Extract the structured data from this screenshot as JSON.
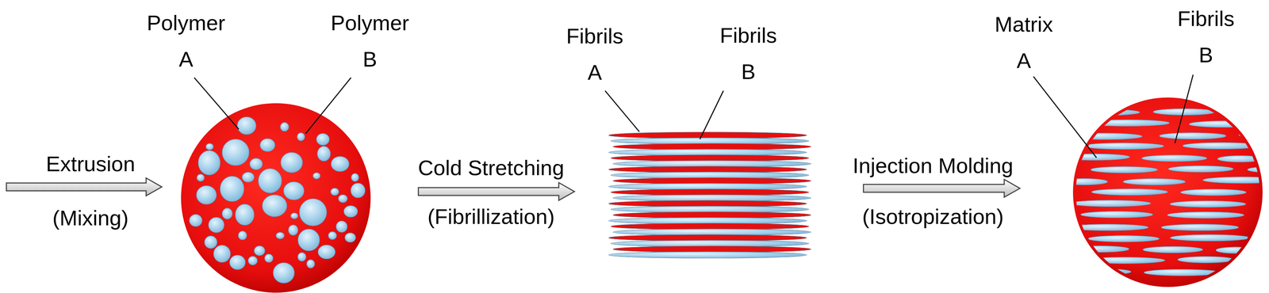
{
  "diagram": {
    "labels": [
      "Extrusion",
      "(Mixing)",
      "Polymer A",
      "Polymer B",
      "Cold Stretching",
      "(Fibrillization)",
      "Fibrils A",
      "Fibrils B",
      "Injection Molding",
      "(Isotropization)",
      "Matrix A",
      "Fibrils B"
    ]
  }
}
